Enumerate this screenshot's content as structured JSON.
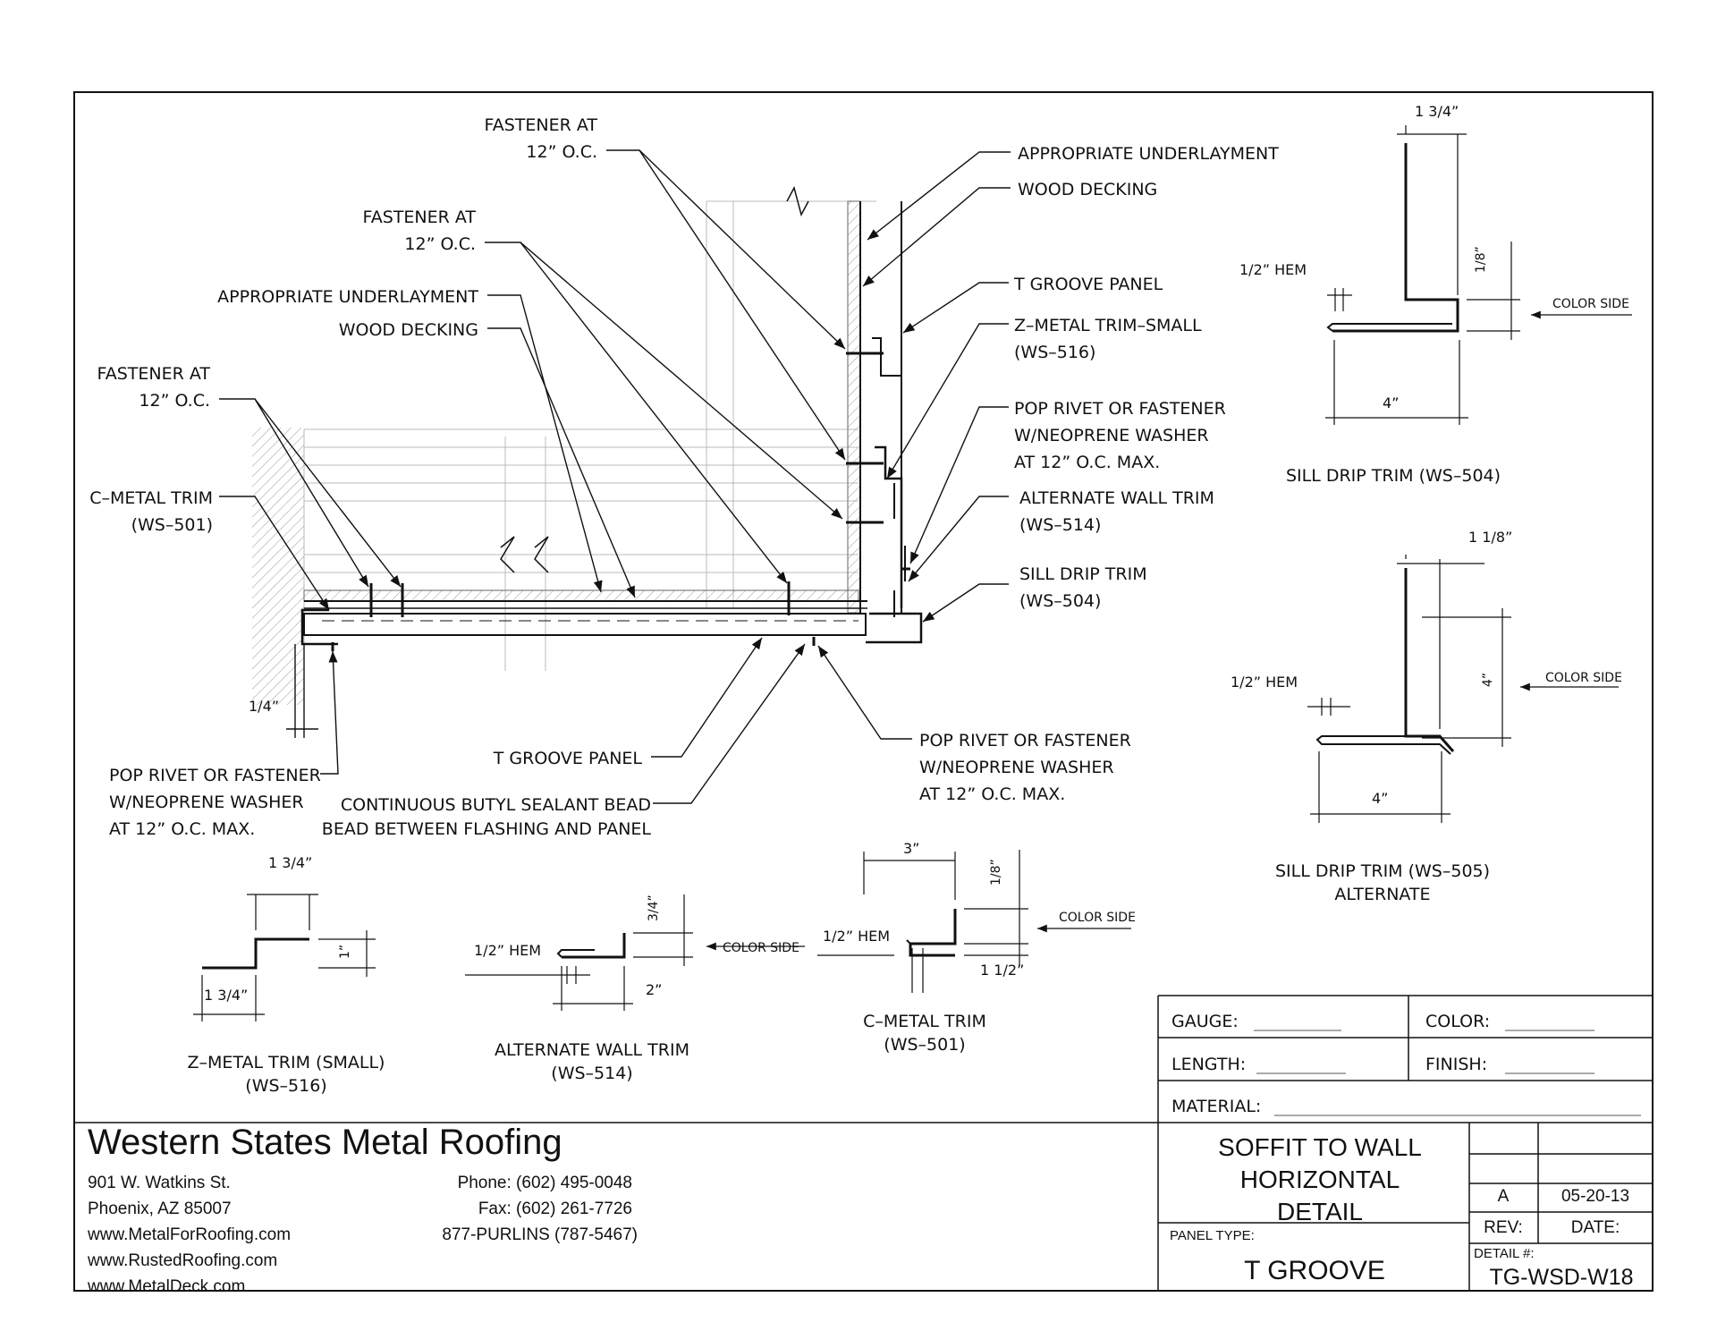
{
  "main_detail": {
    "callouts_left": {
      "fastener_top": [
        "FASTENER AT",
        "12” O.C."
      ],
      "fastener_mid": [
        "FASTENER AT",
        "12” O.C."
      ],
      "underlayment": "APPROPRIATE UNDERLAYMENT",
      "wood_decking": "WOOD DECKING",
      "fastener_left": [
        "FASTENER AT",
        "12” O.C."
      ],
      "c_metal_trim": [
        "C–METAL TRIM",
        "(WS–501)"
      ],
      "pop_rivet": [
        "POP RIVET OR FASTENER",
        "W/NEOPRENE WASHER",
        "AT 12” O.C. MAX."
      ],
      "dim_quarter": "1/4”"
    },
    "callouts_right": {
      "underlayment": "APPROPRIATE UNDERLAYMENT",
      "wood_decking": "WOOD DECKING",
      "t_groove_panel": "T GROOVE PANEL",
      "z_metal_trim": [
        "Z–METAL TRIM–SMALL",
        "(WS–516)"
      ],
      "pop_rivet": [
        "POP RIVET OR FASTENER",
        "W/NEOPRENE WASHER",
        "AT 12” O.C. MAX."
      ],
      "alt_wall_trim": [
        "ALTERNATE WALL TRIM",
        "(WS–514)"
      ],
      "sill_drip_trim": [
        "SILL DRIP TRIM",
        "(WS–504)"
      ]
    },
    "callouts_bottom": {
      "t_groove_panel": "T GROOVE PANEL",
      "butyl": [
        "CONTINUOUS BUTYL SEALANT BEAD",
        "BEAD BETWEEN FLASHING AND PANEL"
      ],
      "pop_rivet": [
        "POP RIVET OR FASTENER",
        "W/NEOPRENE WASHER",
        "AT 12” O.C. MAX."
      ]
    }
  },
  "profiles": {
    "ws504": {
      "title": "SILL DRIP TRIM (WS–504)",
      "dim_top": "1 3/4”",
      "hem": "1/2” HEM",
      "dim_side": "1/8”",
      "dim_bottom": "4”",
      "color_side": "COLOR SIDE"
    },
    "ws505": {
      "title": "SILL DRIP TRIM (WS–505)",
      "subtitle": "ALTERNATE",
      "dim_top": "1 1/8”",
      "hem": "1/2” HEM",
      "dim_side": "4”",
      "dim_bottom": "4”",
      "color_side": "COLOR SIDE"
    },
    "ws516": {
      "title": "Z–METAL TRIM (SMALL)",
      "subtitle": "(WS–516)",
      "dim_top": "1 3/4”",
      "dim_side": "1”",
      "dim_bottom": "1 3/4”"
    },
    "ws514": {
      "title": "ALTERNATE WALL TRIM",
      "subtitle": "(WS–514)",
      "hem": "1/2” HEM",
      "dim_side": "3/4”",
      "dim_bottom": "2”",
      "color_side": "COLOR SIDE"
    },
    "ws501": {
      "title": "C–METAL TRIM",
      "subtitle": "(WS–501)",
      "dim_top": "3”",
      "hem": "1/2” HEM",
      "dim_side_top": "1/8”",
      "dim_side_bottom": "1 1/2”",
      "color_side": "COLOR SIDE"
    }
  },
  "spec_box": {
    "gauge": "GAUGE:",
    "color": "COLOR:",
    "length": "LENGTH:",
    "finish": "FINISH:",
    "material": "MATERIAL:"
  },
  "title_block": {
    "company": "Western States Metal Roofing",
    "address": [
      "901 W. Watkins St.",
      "Phoenix, AZ 85007",
      "www.MetalForRoofing.com",
      "www.RustedRoofing.com",
      "www.MetalDeck.com"
    ],
    "contact": [
      "Phone: (602) 495-0048",
      "Fax: (602) 261-7726",
      "877-PURLINS (787-5467)"
    ],
    "drawing_title": [
      "SOFFIT TO WALL",
      "HORIZONTAL",
      "DETAIL"
    ],
    "panel_type_label": "PANEL TYPE:",
    "panel_type": "T GROOVE",
    "rev_value": "A",
    "date_value": "05-20-13",
    "rev_label": "REV:",
    "date_label": "DATE:",
    "detail_label": "DETAIL #:",
    "detail_number": "TG-WSD-W18"
  }
}
